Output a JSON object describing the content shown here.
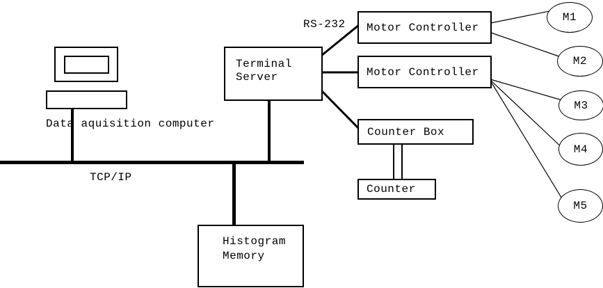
{
  "diagram": {
    "background_color": "#ffffff",
    "line_color": "#000000",
    "labels": {
      "computer": "Data aquisition computer",
      "network": "TCP/IP",
      "serial": "RS-232"
    },
    "nodes": {
      "terminal_server": {
        "lines": [
          "Terminal",
          "Server"
        ]
      },
      "motor_controller_1": {
        "label": "Motor Controller"
      },
      "motor_controller_2": {
        "label": "Motor Controller"
      },
      "counter_box": {
        "label": "Counter Box"
      },
      "counter": {
        "label": "Counter"
      },
      "histogram_memory": {
        "lines": [
          "Histogram",
          "Memory"
        ]
      }
    },
    "motors": [
      {
        "label": "M1"
      },
      {
        "label": "M2"
      },
      {
        "label": "M3"
      },
      {
        "label": "M4"
      },
      {
        "label": "M5"
      }
    ]
  }
}
